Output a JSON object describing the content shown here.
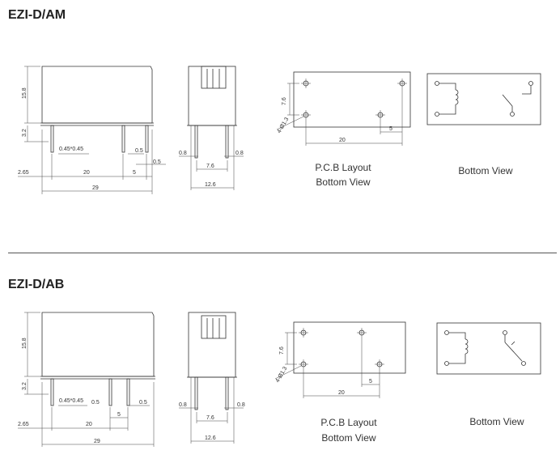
{
  "sections": [
    {
      "title": "EZI-D/AM",
      "side_view": {
        "height": "15.8",
        "pin": "3.2",
        "pin_size": "0.45*0.45",
        "pin_gap_a": "0.5",
        "pin_gap_b": "0.5",
        "offset": "2.65",
        "pitch": "20",
        "pitch_small": "5",
        "length": "29"
      },
      "end_view": {
        "left": "0.8",
        "right": "0.8",
        "pitch": "7.6",
        "width": "12.6"
      },
      "pcb": {
        "height": "7.6",
        "hole": "4-Ø1.3",
        "pitch": "20",
        "pitch_small": "5",
        "caption_line1": "P.C.B Layout",
        "caption_line2": "Bottom View"
      },
      "schematic": {
        "caption": "Bottom  View"
      }
    },
    {
      "title": "EZI-D/AB",
      "side_view": {
        "height": "15.8",
        "pin": "3.2",
        "pin_size": "0.45*0.45",
        "pin_gap_a": "0.5",
        "pin_gap_b": "0.5",
        "offset": "2.65",
        "pitch": "20",
        "pitch_small": "5",
        "length": "29"
      },
      "end_view": {
        "left": "0.8",
        "right": "0.8",
        "pitch": "7.6",
        "width": "12.6"
      },
      "pcb": {
        "height": "7.6",
        "hole": "4-Ø1.3",
        "pitch": "20",
        "pitch_small": "5",
        "caption_line1": "P.C.B Layout",
        "caption_line2": "Bottom View"
      },
      "schematic": {
        "caption": "Bottom  View"
      }
    }
  ]
}
